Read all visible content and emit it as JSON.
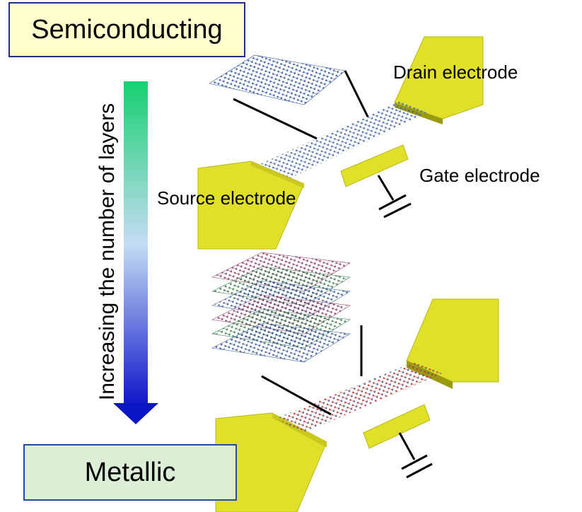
{
  "labels": {
    "top": "Semiconducting",
    "bottom": "Metallic",
    "axis": "Increasing the number of layers",
    "drain": "Drain electrode",
    "gate": "Gate electrode",
    "source": "Source electrode"
  },
  "colors": {
    "electrode": "#e0e028",
    "electrode_edge": "#9a9a10",
    "arrow_top": "#18d070",
    "arrow_mid": "#c4dcf4",
    "arrow_bottom": "#0c14c8",
    "top_box_fill": "#ffffcc",
    "bottom_box_fill": "#dcefd6",
    "single_layer": "#3a5a98",
    "layer_colors": [
      "#8a3a6a",
      "#3a7a4a",
      "#3a5a98",
      "#8a3a6a",
      "#3a7a4a",
      "#3a5a98"
    ],
    "channel_bottom": "#c03030"
  }
}
